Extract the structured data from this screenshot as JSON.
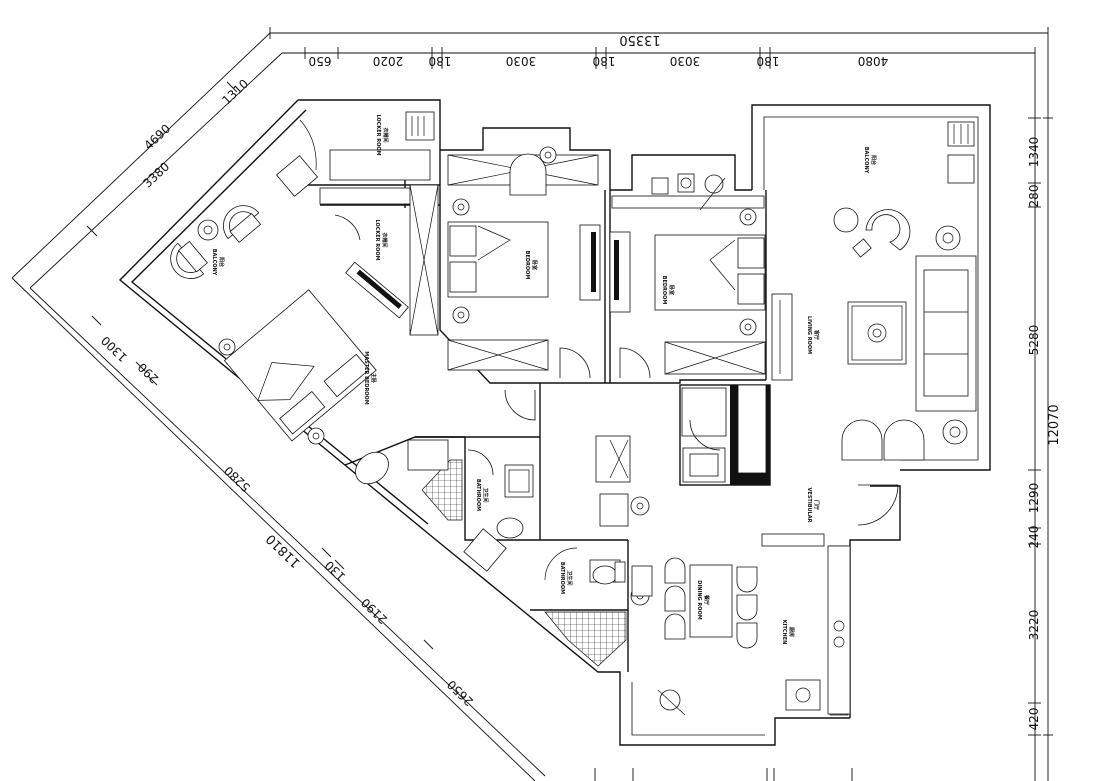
{
  "dimensions": {
    "top_total": "13350",
    "top_segments": [
      "650",
      "2020",
      "180",
      "3030",
      "180",
      "3030",
      "180",
      "4080"
    ],
    "right_total": "12070",
    "right_segments": [
      "1340",
      "280",
      "5280",
      "1290",
      "240",
      "3220",
      "420"
    ],
    "upper_left_outer": "4690",
    "upper_left_segments": [
      "3380",
      "1310"
    ],
    "lower_left_total": "11810",
    "lower_left_segments": [
      "1300",
      "290",
      "5280",
      "130",
      "2190",
      "2650"
    ]
  },
  "rooms": {
    "locker_room_top": {
      "cn": "衣帽间",
      "en": "LOCKER ROOM"
    },
    "locker_room_mid": {
      "cn": "衣帽间",
      "en": "LOCKER ROOM"
    },
    "balcony_left": {
      "cn": "阳台",
      "en": "BALCONY"
    },
    "master_bedroom": {
      "cn": "主卧",
      "en": "MASTER BEDROOM"
    },
    "bedroom_1": {
      "cn": "卧室",
      "en": "BEDROOM"
    },
    "bedroom_2": {
      "cn": "卧室",
      "en": "BEDROOM"
    },
    "balcony_right": {
      "cn": "阳台",
      "en": "BALCONY"
    },
    "living_room": {
      "cn": "客厅",
      "en": "LIVING ROOM"
    },
    "vestibular": {
      "cn": "门厅",
      "en": "VESTIBULAR"
    },
    "bathroom_1": {
      "cn": "卫生间",
      "en": "BATHROOM"
    },
    "bathroom_2": {
      "cn": "卫生间",
      "en": "BATHROOM"
    },
    "dining_room": {
      "cn": "餐厅",
      "en": "DINING ROOM"
    },
    "kitchen": {
      "cn": "厨房",
      "en": "KITCHEN"
    }
  }
}
